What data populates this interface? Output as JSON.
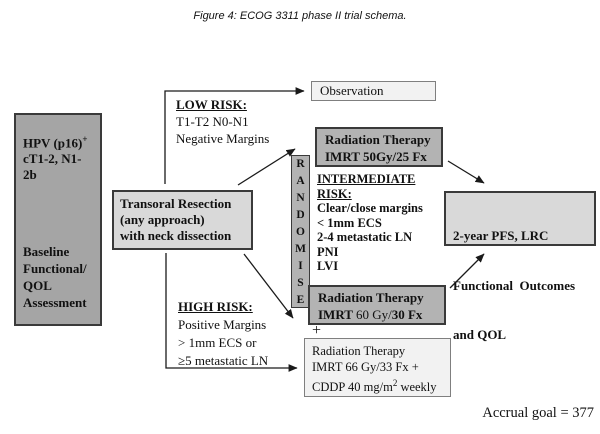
{
  "title": "Figure 4: ECOG 3311 phase II trial schema.",
  "colors": {
    "medium_gray_fill": "#a5a5a5",
    "box_gray_fill": "#b3b3b3",
    "light_gray_fill": "#d9d9d9",
    "pale_fill": "#f2f2f2",
    "border_dark": "#3a3a3a",
    "arrow": "#1a1a1a"
  },
  "left_box": {
    "line1": "HPV (p16)",
    "line1_sup": "+",
    "line2": "cT1-2, N1-2b",
    "line3": "Baseline",
    "line4": "Functional/",
    "line5": "QOL",
    "line6": "Assessment"
  },
  "transoral_box": {
    "lines": [
      "Transoral Resection",
      "(any approach)",
      "with neck dissection"
    ]
  },
  "low_risk": {
    "heading": "LOW RISK:",
    "lines": [
      "T1-T2 N0-N1",
      "Negative Margins"
    ]
  },
  "high_risk": {
    "heading": "HIGH RISK:",
    "lines": [
      "Positive Margins",
      "> 1mm ECS or",
      "≥5 metastatic LN"
    ]
  },
  "observation_box": {
    "label": "Observation"
  },
  "rt_low_box": {
    "lines": [
      "Radiation Therapy",
      "IMRT 50Gy/25 Fx"
    ]
  },
  "randomise": {
    "letters": [
      "R",
      "A",
      "N",
      "D",
      "O",
      "M",
      "I",
      "S",
      "E"
    ]
  },
  "intermediate_risk": {
    "heading_line1": "INTERMEDIATE",
    "heading_line2": "RISK:",
    "lines": [
      "Clear/close margins",
      "< 1mm ECS",
      "2-4 metastatic LN",
      "PNI",
      "LVI"
    ]
  },
  "rt_mid_box": {
    "line1": "Radiation Therapy",
    "line2_a": "IMRT ",
    "line2_b": "60 Gy/",
    "line2_c": "30 Fx"
  },
  "plus_sign": "+",
  "rt_high_box": {
    "line1": "Radiation Therapy",
    "line2": "IMRT 66 Gy/33 Fx +",
    "line3": "CDDP 40 mg/m",
    "line3_sup": "2",
    "line3_end": " weekly"
  },
  "outcome_box": {
    "lines": [
      "2-year PFS, LRC",
      "Functional  Outcomes",
      "and QOL"
    ]
  },
  "accrual_goal": "Accrual goal = 377"
}
